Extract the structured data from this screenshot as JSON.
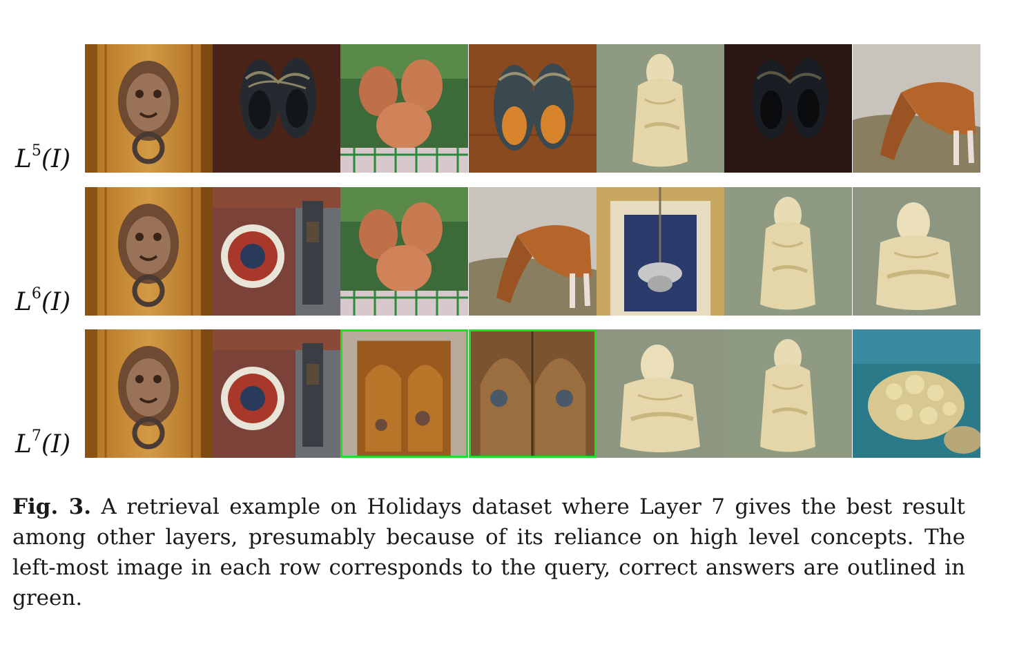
{
  "rows": [
    {
      "label_base": "L",
      "label_sup": "5",
      "label_arg": "(I)",
      "tiles": [
        {
          "subject": "lion-knocker",
          "correct": false
        },
        {
          "subject": "shoes-dark",
          "correct": false
        },
        {
          "subject": "copper-busts",
          "correct": false
        },
        {
          "subject": "shoes-wood",
          "correct": false
        },
        {
          "subject": "statue-relief",
          "correct": false
        },
        {
          "subject": "shoes-night",
          "correct": false
        },
        {
          "subject": "foal",
          "correct": false
        }
      ]
    },
    {
      "label_base": "L",
      "label_sup": "6",
      "label_arg": "(I)",
      "tiles": [
        {
          "subject": "lion-knocker",
          "correct": false
        },
        {
          "subject": "clock-tower",
          "correct": false
        },
        {
          "subject": "copper-busts",
          "correct": false
        },
        {
          "subject": "foal",
          "correct": false
        },
        {
          "subject": "chandelier",
          "correct": false
        },
        {
          "subject": "statue-relief",
          "correct": false
        },
        {
          "subject": "statue-relief-2",
          "correct": false
        }
      ]
    },
    {
      "label_base": "L",
      "label_sup": "7",
      "label_arg": "(I)",
      "tiles": [
        {
          "subject": "lion-knocker",
          "correct": false
        },
        {
          "subject": "clock-tower",
          "correct": false
        },
        {
          "subject": "wooden-door",
          "correct": true
        },
        {
          "subject": "wooden-door-2",
          "correct": true
        },
        {
          "subject": "statue-relief-2",
          "correct": false
        },
        {
          "subject": "statue-relief",
          "correct": false
        },
        {
          "subject": "coral",
          "correct": false
        }
      ]
    }
  ],
  "caption": {
    "label": "Fig. 3.",
    "text": " A retrieval example on Holidays dataset where Layer 7 gives the best result among other layers, presumably because of its reliance on high level concepts. The left-most image in each row corresponds to the query, correct answers are outlined in green."
  },
  "colors": {
    "correct_outline": "#22dd22"
  }
}
